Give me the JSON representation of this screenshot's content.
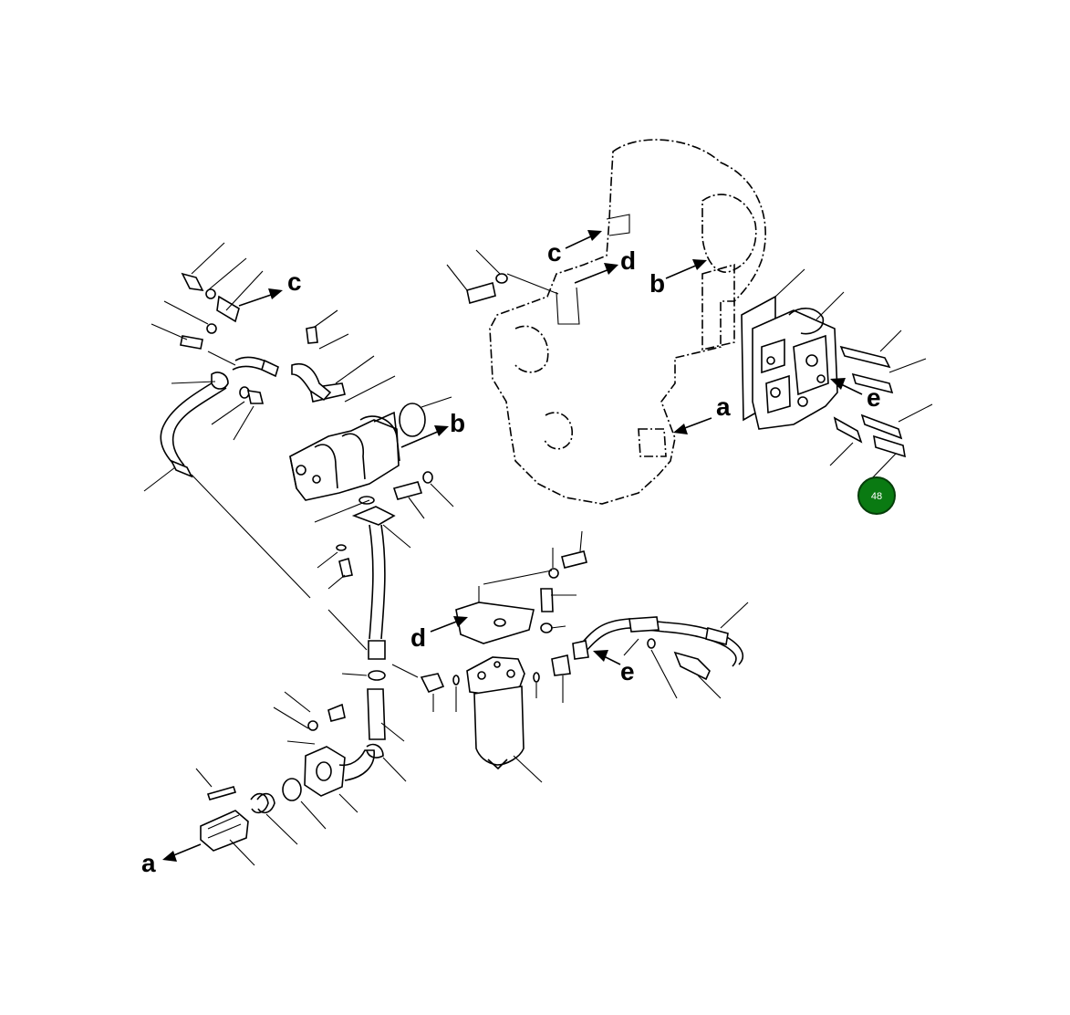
{
  "diagram": {
    "labels": {
      "c1": "c",
      "c2": "c",
      "d1": "d",
      "d2": "d",
      "b1": "b",
      "b2": "b",
      "a1": "a",
      "a2": "a",
      "e1": "e",
      "e2": "e"
    },
    "callout": {
      "number": "48",
      "color": "#0a7a12"
    }
  }
}
